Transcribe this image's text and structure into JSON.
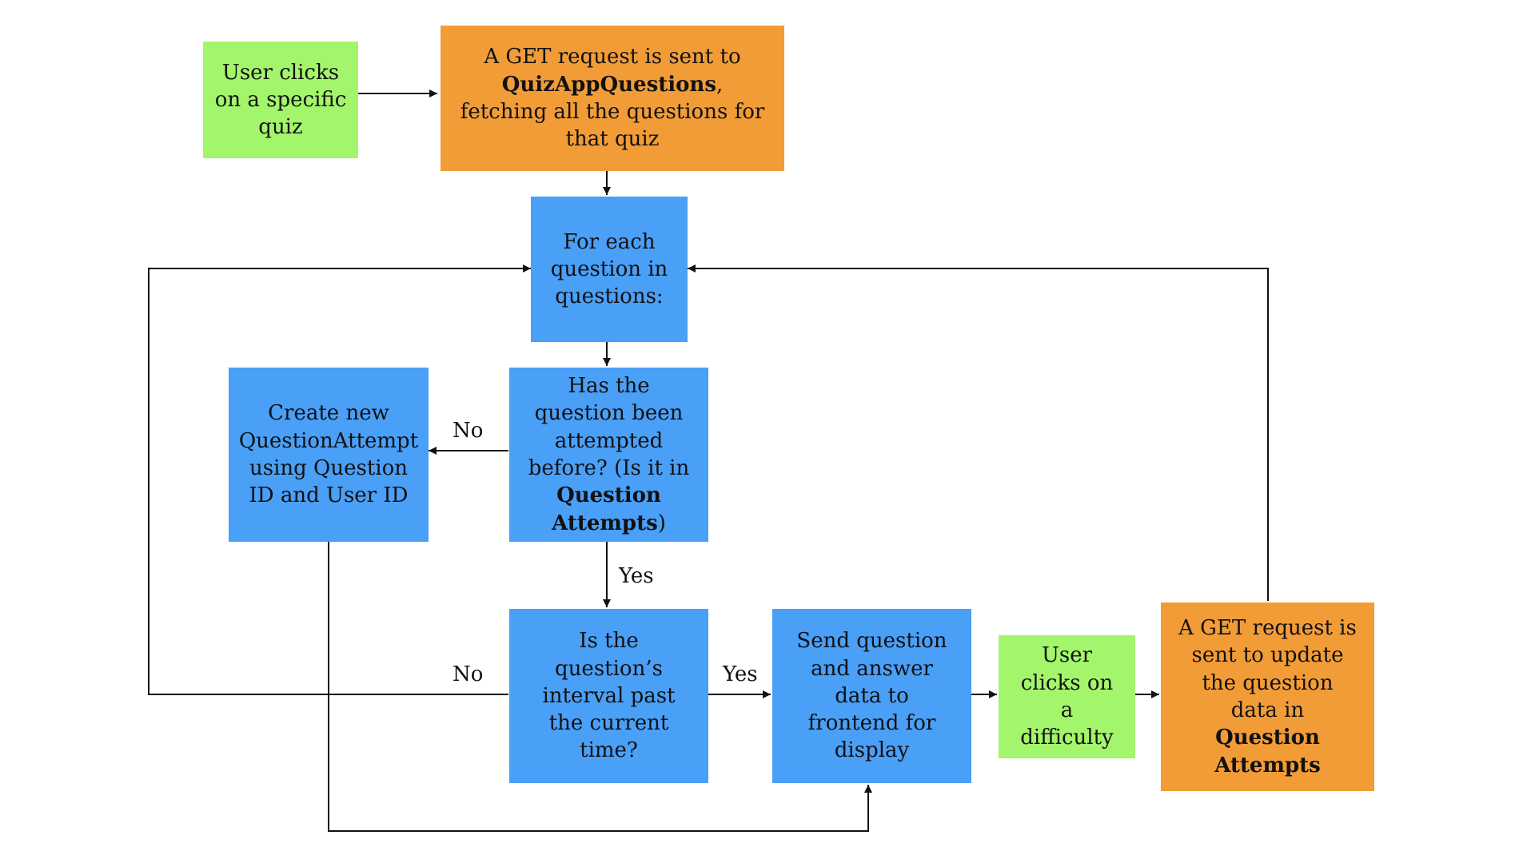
{
  "nodes": {
    "user_clicks_quiz": {
      "text": "User clicks on a specific quiz"
    },
    "get_questions": {
      "line1": "A GET request is sent to",
      "bold": "QuizAppQuestions",
      "line2": ",",
      "line3": "fetching all the questions for that quiz"
    },
    "for_each": {
      "text": "For each question in questions:"
    },
    "has_attempted": {
      "text1": "Has the question been attempted before? (Is it in ",
      "bold": "Question Attempts",
      "text2": ")"
    },
    "create_attempt": {
      "text": "Create new QuestionAttempt using Question ID and User ID"
    },
    "interval_check": {
      "text": "Is the question’s interval past the current time?"
    },
    "send_data": {
      "text": "Send question and answer data to frontend for display"
    },
    "user_clicks_difficulty": {
      "text": "User clicks on a difficulty"
    },
    "get_update": {
      "text": "A GET request is sent to update the question data in",
      "bold": "Question Attempts"
    }
  },
  "edge_labels": {
    "no_create": "No",
    "yes_attempted": "Yes",
    "no_interval": "No",
    "yes_interval": "Yes"
  },
  "colors": {
    "green": "#a3f66b",
    "orange": "#f29c38",
    "blue": "#4a9ff7",
    "line": "#111111"
  }
}
